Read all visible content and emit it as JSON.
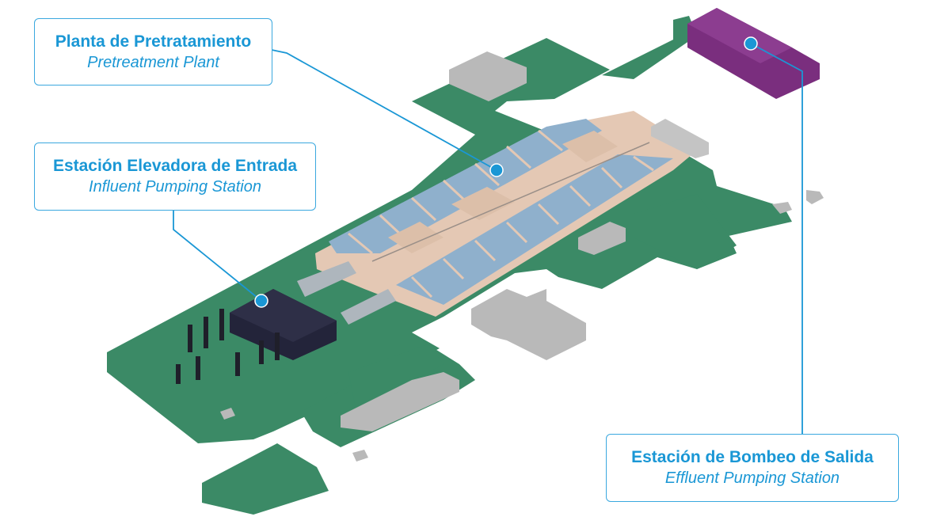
{
  "labels": {
    "pretreatment": {
      "es": "Planta de Pretratamiento",
      "en": "Pretreatment Plant"
    },
    "influent": {
      "es": "Estación Elevadora de Entrada",
      "en": "Influent Pumping Station"
    },
    "effluent": {
      "es": "Estación de Bombeo de Salida",
      "en": "Effluent Pumping Station"
    }
  },
  "colors": {
    "ground": "#3b8a66",
    "pretreatment_pad": "#e4c8b4",
    "tanks": "#8fb0cc",
    "influent_building": "#23243a",
    "effluent_building": "#7a2e7e",
    "buildings": "#b9b9b9",
    "callout": "#1a97d5"
  }
}
